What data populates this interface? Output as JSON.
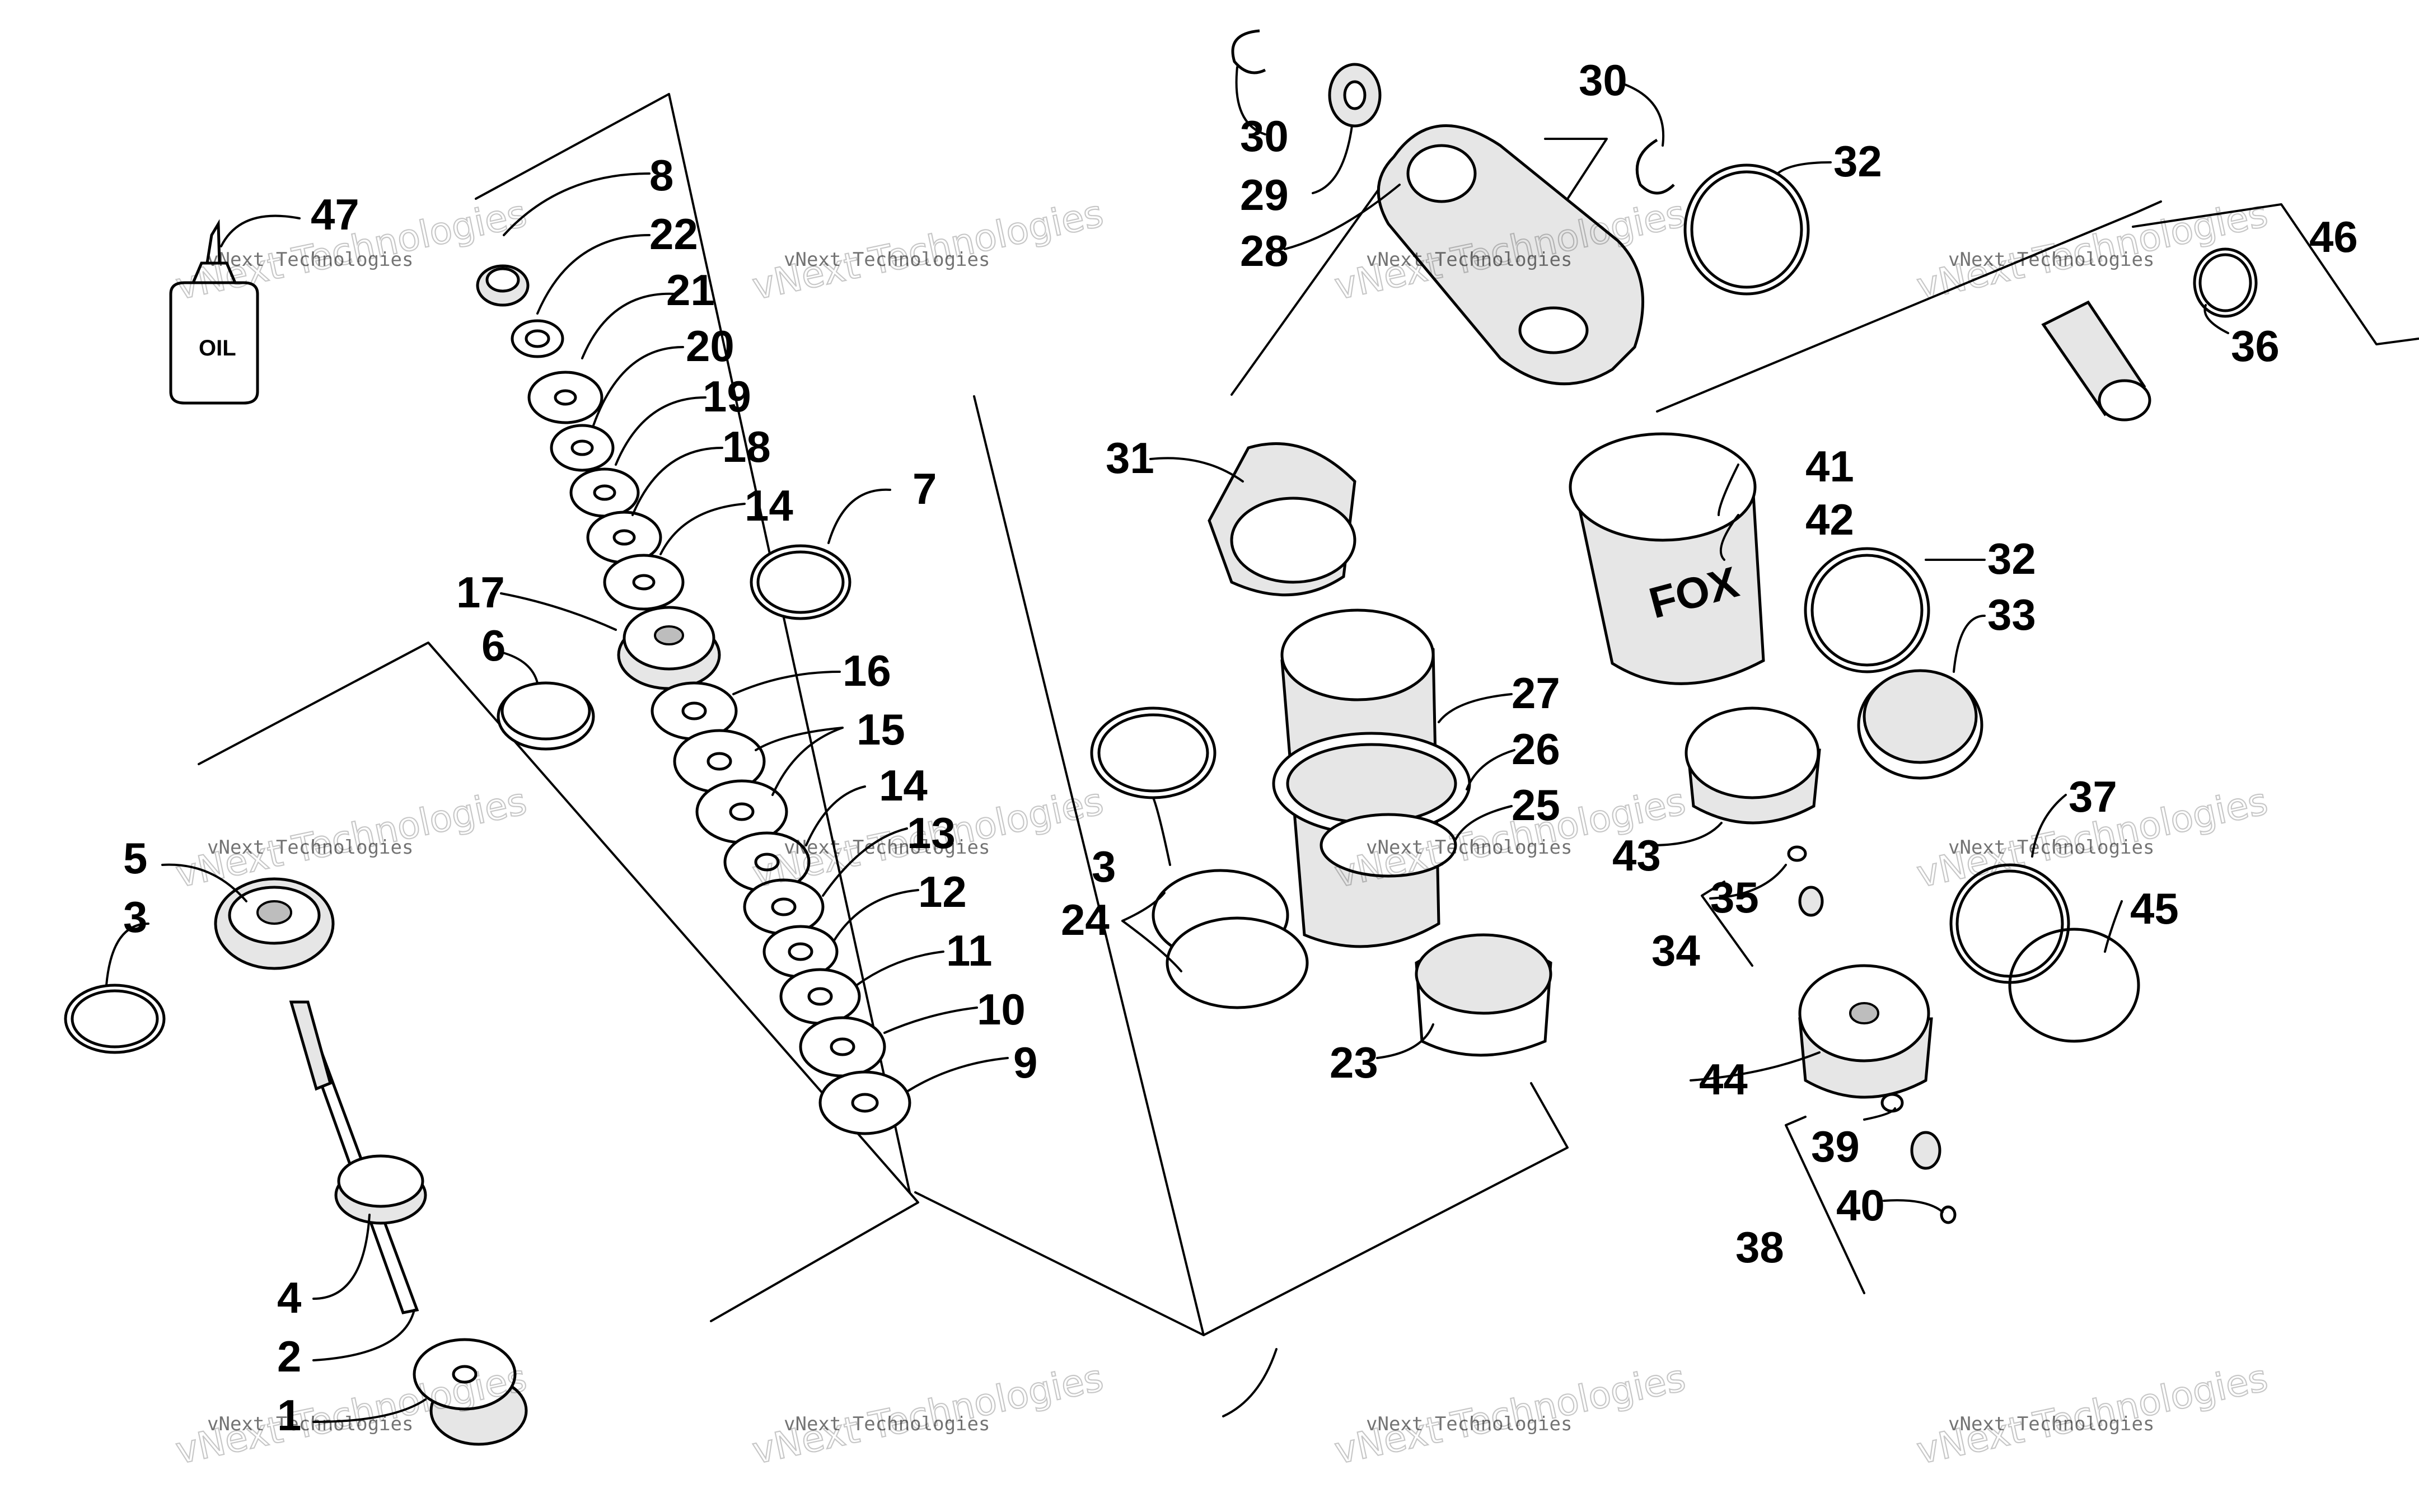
{
  "diagram": {
    "type": "exploded-parts-diagram",
    "part_numbers": [
      "1",
      "2",
      "3",
      "3",
      "4",
      "5",
      "6",
      "7",
      "8",
      "9",
      "10",
      "11",
      "12",
      "13",
      "14",
      "14",
      "15",
      "16",
      "17",
      "18",
      "19",
      "20",
      "21",
      "22",
      "23",
      "24",
      "25",
      "26",
      "27",
      "28",
      "29",
      "30",
      "30",
      "31",
      "32",
      "32",
      "33",
      "34",
      "35",
      "36",
      "37",
      "38",
      "39",
      "40",
      "41",
      "42",
      "43",
      "44",
      "45",
      "46",
      "47"
    ],
    "bottle_label": "OIL",
    "brand_mark": "FOX",
    "watermark": {
      "line1": "vNext Technologies",
      "line2": "vNext Technologies"
    }
  }
}
